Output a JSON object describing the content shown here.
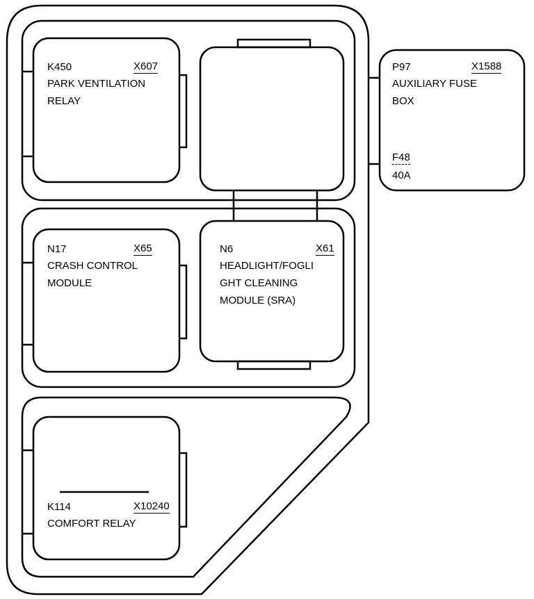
{
  "components": [
    {
      "id": "k450",
      "code": "K450",
      "connector": "X607",
      "name_lines": [
        "PARK VENTILATION",
        "RELAY"
      ]
    },
    {
      "id": "n17",
      "code": "N17",
      "connector": "X65",
      "name_lines": [
        "CRASH CONTROL",
        "MODULE"
      ]
    },
    {
      "id": "n6",
      "code": "N6",
      "connector": "X61",
      "name_lines": [
        "HEADLIGHT/FOGLI",
        "GHT CLEANING",
        "MODULE (SRA)"
      ]
    },
    {
      "id": "k114",
      "code": "K114",
      "connector": "X10240",
      "name_lines": [
        "COMFORT RELAY"
      ]
    },
    {
      "id": "p97",
      "code": "P97",
      "connector": "X1588",
      "name_lines": [
        "AUXILIARY FUSE",
        "BOX"
      ],
      "fuse": {
        "code": "F48",
        "rating": "40A"
      }
    }
  ]
}
